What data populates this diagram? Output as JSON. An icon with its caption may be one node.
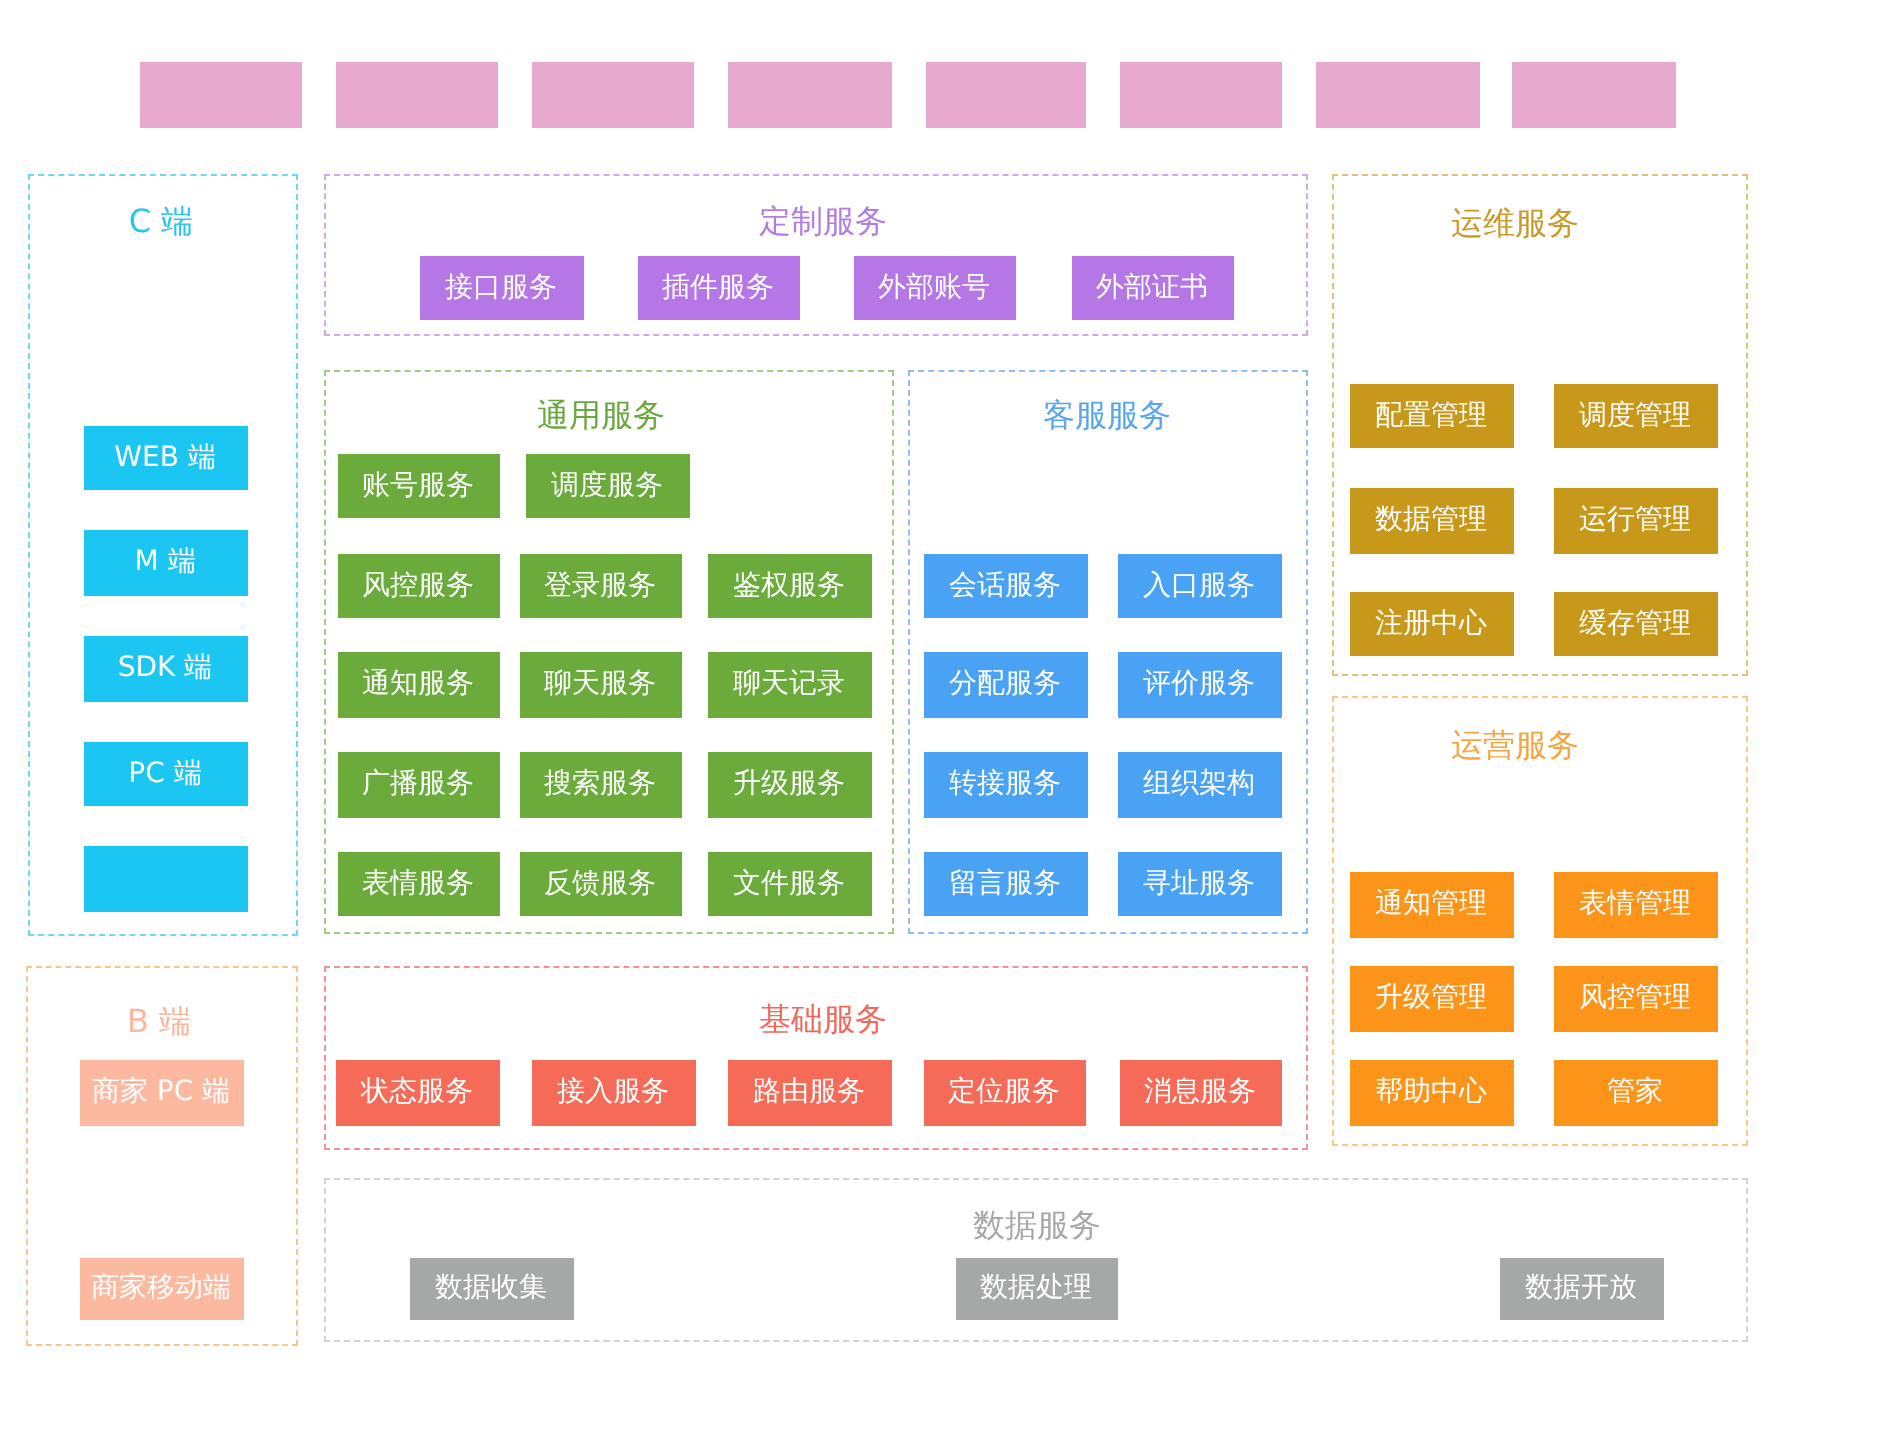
{
  "diagram": {
    "nodes": [
      {
        "text": [],
        "shape": "box"
      },
      {
        "text": [],
        "shape": "box"
      },
      {
        "text": [],
        "shape": "box"
      },
      {
        "text": [],
        "shape": "box"
      },
      {
        "text": [],
        "shape": "box"
      },
      {
        "text": [],
        "shape": "box"
      },
      {
        "text": [],
        "shape": "box"
      },
      {
        "text": [],
        "shape": "box"
      },
      {
        "text": [
          "C 端"
        ]
      },
      {
        "text": [
          "WEB 端"
        ],
        "in": 8
      },
      {
        "text": [
          "M 端"
        ],
        "in": 8
      },
      {
        "text": [
          "SDK 端"
        ],
        "in": 8
      },
      {
        "text": [
          "PC 端"
        ],
        "in": 8
      },
      {
        "text": [],
        "shape": "box",
        "in": 8
      },
      {
        "text": [
          "定制服务"
        ]
      },
      {
        "text": [
          "接口服务"
        ],
        "in": 14
      },
      {
        "text": [
          "插件服务"
        ],
        "in": 14
      },
      {
        "text": [
          "外部账号"
        ],
        "in": 14
      },
      {
        "text": [
          "外部证书"
        ],
        "in": 14
      },
      {
        "text": [
          "运维服务"
        ]
      },
      {
        "text": [
          "配置管理"
        ],
        "in": 19
      },
      {
        "text": [
          "调度管理"
        ],
        "in": 19
      },
      {
        "text": [
          "数据管理"
        ],
        "in": 19
      },
      {
        "text": [
          "运行管理"
        ],
        "in": 19
      },
      {
        "text": [
          "注册中心"
        ],
        "in": 19
      },
      {
        "text": [
          "缓存管理"
        ],
        "in": 19
      },
      {
        "text": [
          "通用服务"
        ]
      },
      {
        "text": [
          "账号服务"
        ],
        "in": 26
      },
      {
        "text": [
          "调度服务"
        ],
        "in": 26
      },
      {
        "text": [
          "风控服务"
        ],
        "in": 26
      },
      {
        "text": [
          "登录服务"
        ],
        "in": 26
      },
      {
        "text": [
          "鉴权服务"
        ],
        "in": 26
      },
      {
        "text": [
          "通知服务"
        ],
        "in": 26
      },
      {
        "text": [
          "聊天服务"
        ],
        "in": 26
      },
      {
        "text": [
          "聊天记录"
        ],
        "in": 26
      },
      {
        "text": [
          "广播服务"
        ],
        "in": 26
      },
      {
        "text": [
          "搜索服务"
        ],
        "in": 26
      },
      {
        "text": [
          "升级服务"
        ],
        "in": 26
      },
      {
        "text": [
          "表情服务"
        ],
        "in": 26
      },
      {
        "text": [
          "反馈服务"
        ],
        "in": 26
      },
      {
        "text": [
          "文件服务"
        ],
        "in": 26
      },
      {
        "text": [
          "客服服务"
        ]
      },
      {
        "text": [
          "会话服务"
        ],
        "in": 41
      },
      {
        "text": [
          "入口服务"
        ],
        "in": 41
      },
      {
        "text": [
          "分配服务"
        ],
        "in": 41
      },
      {
        "text": [
          "评价服务"
        ],
        "in": 41
      },
      {
        "text": [
          "转接服务"
        ],
        "in": 41
      },
      {
        "text": [
          "组织架构"
        ],
        "in": 41
      },
      {
        "text": [
          "留言服务"
        ],
        "in": 41
      },
      {
        "text": [
          "寻址服务"
        ],
        "in": 41
      },
      {
        "text": [
          "运营服务"
        ]
      },
      {
        "text": [
          "通知管理"
        ],
        "in": 50
      },
      {
        "text": [
          "表情管理"
        ],
        "in": 50
      },
      {
        "text": [
          "升级管理"
        ],
        "in": 50
      },
      {
        "text": [
          "风控管理"
        ],
        "in": 50
      },
      {
        "text": [
          "帮助中心"
        ],
        "in": 50
      },
      {
        "text": [
          "管家"
        ],
        "in": 50
      },
      {
        "text": [
          "B 端"
        ]
      },
      {
        "text": [
          "商家 PC 端"
        ],
        "in": 57
      },
      {
        "text": [
          "商家移动端"
        ],
        "in": 57
      },
      {
        "text": [
          "基础服务"
        ]
      },
      {
        "text": [
          "状态服务"
        ],
        "in": 60
      },
      {
        "text": [
          "接入服务"
        ],
        "in": 60
      },
      {
        "text": [
          "路由服务"
        ],
        "in": 60
      },
      {
        "text": [
          "定位服务"
        ],
        "in": 60
      },
      {
        "text": [
          "消息服务"
        ],
        "in": 60
      },
      {
        "text": [
          "数据服务"
        ]
      },
      {
        "text": [
          "数据收集"
        ],
        "in": 66
      },
      {
        "text": [
          "数据处理"
        ],
        "in": 66
      },
      {
        "text": [
          "数据开放"
        ],
        "in": 66
      }
    ]
  }
}
